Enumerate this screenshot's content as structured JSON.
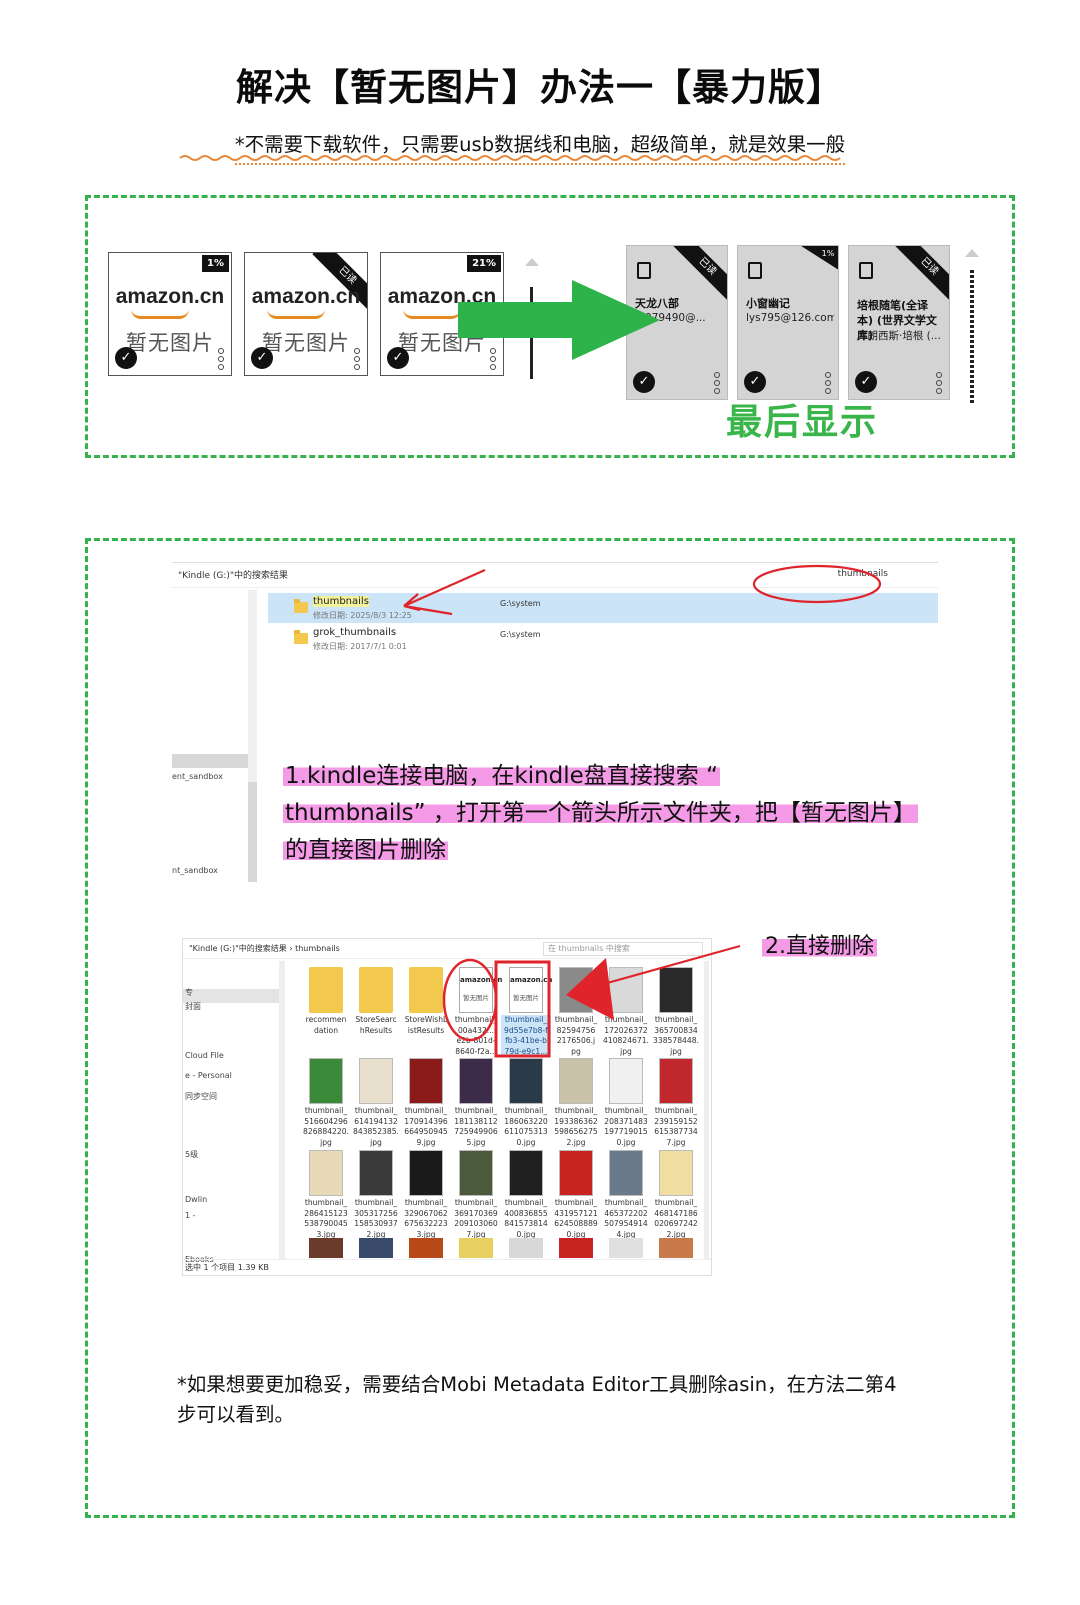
{
  "title": "解决【暂无图片】办法一【暴力版】",
  "subtitle": "*不需要下载软件，只需要usb数据线和电脑，超级简单，就是效果一般",
  "before": {
    "logo_text": "amazon.cn",
    "no_image_text": "暂无图片",
    "cards": [
      {
        "badge": "1%"
      },
      {
        "badge": "已读"
      },
      {
        "badge": "21%"
      }
    ]
  },
  "after": {
    "label": "最后显示",
    "cards": [
      {
        "title": "天龙八部",
        "author": "...079490@...",
        "badge": "已读"
      },
      {
        "title": "小窗幽记",
        "author": "lys795@126.com",
        "badge": "1%"
      },
      {
        "title": "培根随笔(全译本) (世界文学文库)",
        "author": "弗朗西斯·培根 (...",
        "badge": "已读"
      }
    ]
  },
  "explorer1": {
    "breadcrumb": "\"Kindle (G:)\"中的搜索结果",
    "search_value": "thumbnails",
    "rows": [
      {
        "name": "thumbnails",
        "date": "修改日期: 2025/8/3 12:25",
        "path": "G:\\system",
        "selected": true
      },
      {
        "name": "grok_thumbnails",
        "date": "修改日期: 2017/7/1 0:01",
        "path": "G:\\system",
        "selected": false
      }
    ],
    "left_items": [
      "ent_sandbox",
      "nt_sandbox"
    ]
  },
  "step1": {
    "lines": [
      "1.kindle连接电脑，在kindle盘直接搜索 “",
      "thumbnails” ，打开第一个箭头所示文件夹，把【暂无图片】",
      "的直接图片删除"
    ]
  },
  "explorer2": {
    "breadcrumb": "\"Kindle (G:)\"中的搜索结果  ›  thumbnails",
    "search_placeholder": "在 thumbnails 中搜索",
    "status": "选中 1 个项目  1.39 KB",
    "left_items": [
      "专",
      "封面",
      "Cloud File",
      "e - Personal",
      "同步空间",
      "5级",
      "Dwlin",
      "1 -",
      "Ebooks"
    ],
    "tiles": [
      {
        "caption": "recommen\ndation"
      },
      {
        "caption": "StoreSearc\nhResults"
      },
      {
        "caption": "StoreWishL\nistResults"
      },
      {
        "caption": "thumbnail_\n00a432...\ne2b-801d-\n8640-f2a..."
      },
      {
        "caption": "thumbnail_\n9d55e7b8-f\nfb3-41be-b\n79d-e9c1..."
      },
      {
        "caption": "thumbnail_\n82594756\n2176506.j\npg"
      },
      {
        "caption": "thumbnail_\n172026372\n410824671.\njpg"
      },
      {
        "caption": "thumbnail_\n365700834\n338578448.\njpg"
      },
      {
        "caption": "thumbnail_\n516604296\n826884220.\njpg"
      },
      {
        "caption": "thumbnail_\n614194132\n843852385.\njpg"
      },
      {
        "caption": "thumbnail_\n170914396\n664950945\n9.jpg"
      },
      {
        "caption": "thumbnail_\n181138112\n725949906\n5.jpg"
      },
      {
        "caption": "thumbnail_\n186063220\n611075313\n0.jpg"
      },
      {
        "caption": "thumbnail_\n193386362\n598656275\n2.jpg"
      },
      {
        "caption": "thumbnail_\n208371483\n197719015\n0.jpg"
      },
      {
        "caption": "thumbnail_\n239159152\n615387734\n7.jpg"
      },
      {
        "caption": "thumbnail_\n286415123\n538790045\n3.jpg"
      },
      {
        "caption": "thumbnail_\n305317256\n158530937\n2.jpg"
      },
      {
        "caption": "thumbnail_\n329067062\n675632223\n3.jpg"
      },
      {
        "caption": "thumbnail_\n369170369\n209103060\n7.jpg"
      },
      {
        "caption": "thumbnail_\n400836855\n841573814\n0.jpg"
      },
      {
        "caption": "thumbnail_\n431957121\n624508889\n0.jpg"
      },
      {
        "caption": "thumbnail_\n465372202\n507954914\n4.jpg"
      },
      {
        "caption": "thumbnail_\n468147186\n020697242\n2.jpg"
      }
    ]
  },
  "step2": "2.直接删除",
  "note": "*如果想要更加稳妥，需要结合Mobi Metadata Editor工具删除asin，在方法二第4步可以看到。",
  "colors": {
    "accent_green": "#35c24f",
    "highlight_pink": "#f49ae6",
    "annotation_red": "#e0242b",
    "selection_blue": "#cce4f7"
  }
}
